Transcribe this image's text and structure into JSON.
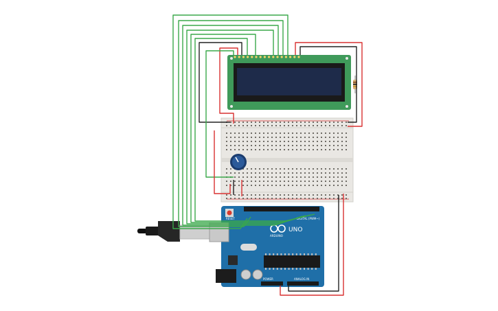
{
  "colors": {
    "background": "#ffffff",
    "arduino_board": "#1f6fa8",
    "arduino_dark": "#155a89",
    "lcd_pcb": "#3f9a5a",
    "lcd_screen": "#1e2b4a",
    "breadboard": "#e9e7e3",
    "potentiometer": "#2b5a9a",
    "wire_green": "#3aa84a",
    "wire_red": "#d93030",
    "wire_black": "#222222"
  },
  "components": {
    "lcd": {
      "name": "lcd-16x2",
      "icon": "lcd-display"
    },
    "breadboard": {
      "name": "breadboard-half",
      "icon": "breadboard"
    },
    "potentiometer": {
      "name": "potentiometer",
      "icon": "knob"
    },
    "resistor": {
      "name": "resistor",
      "icon": "resistor"
    },
    "usb_cable": {
      "name": "usb-cable",
      "icon": "usb-plug"
    }
  },
  "arduino": {
    "logo_text": "UNO",
    "brand_text": "ARDUINO",
    "digital_label": "DIGITAL (PWM~)",
    "power_label": "POWER",
    "analog_label": "ANALOG IN",
    "reset_label": "RESET"
  }
}
